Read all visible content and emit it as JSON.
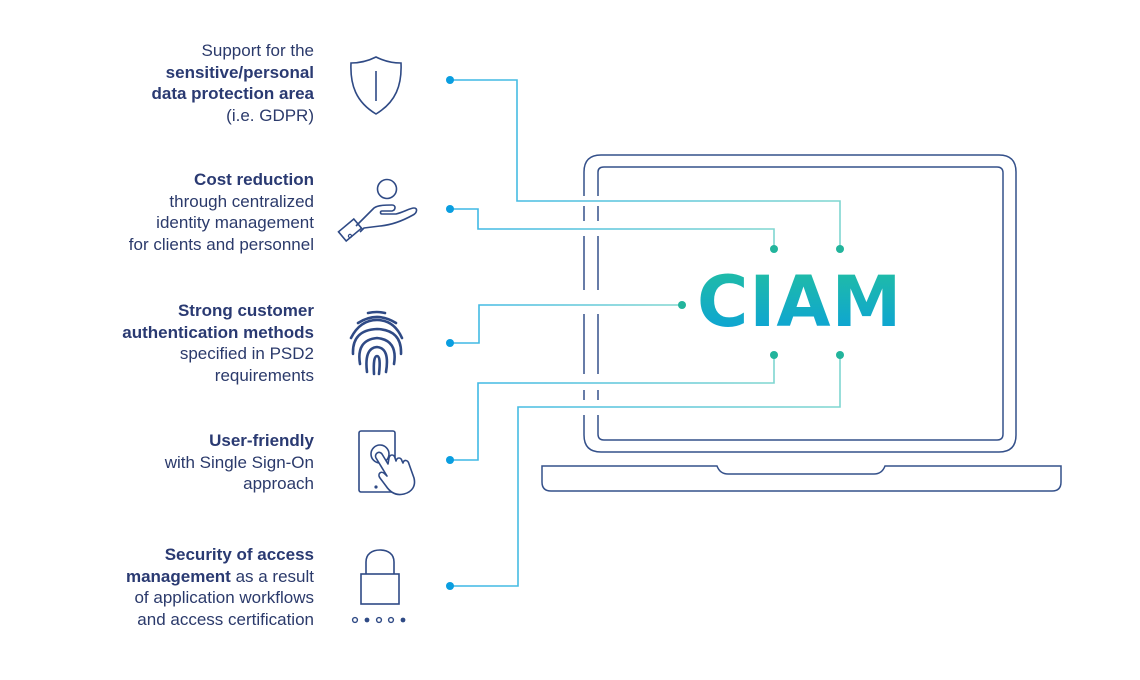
{
  "center_label": "CIAM",
  "colors": {
    "text": "#2b3a6b",
    "outline": "#2f4a85",
    "wire": "#4cc3e0",
    "wire_end": "#22b9a4",
    "dot_left": "#0a9ee0",
    "dot_right": "#22b49c"
  },
  "features": [
    {
      "icon": "shield-icon",
      "lead": "Support for the",
      "bold": "sensitive/personal data protection area",
      "tail": "(i.e. GDPR)"
    },
    {
      "icon": "hand-coin-icon",
      "bold": "Cost reduction",
      "tail": "through centralized identity management for clients and personnel"
    },
    {
      "icon": "fingerprint-icon",
      "bold": "Strong customer authentication methods",
      "tail": "specified in PSD2 requirements"
    },
    {
      "icon": "touch-tablet-icon",
      "bold": "User-friendly",
      "tail": "with Single Sign-On approach"
    },
    {
      "icon": "padlock-password-icon",
      "bold": "Security of access management",
      "tail": "as a result of application workflows and access certification"
    }
  ]
}
